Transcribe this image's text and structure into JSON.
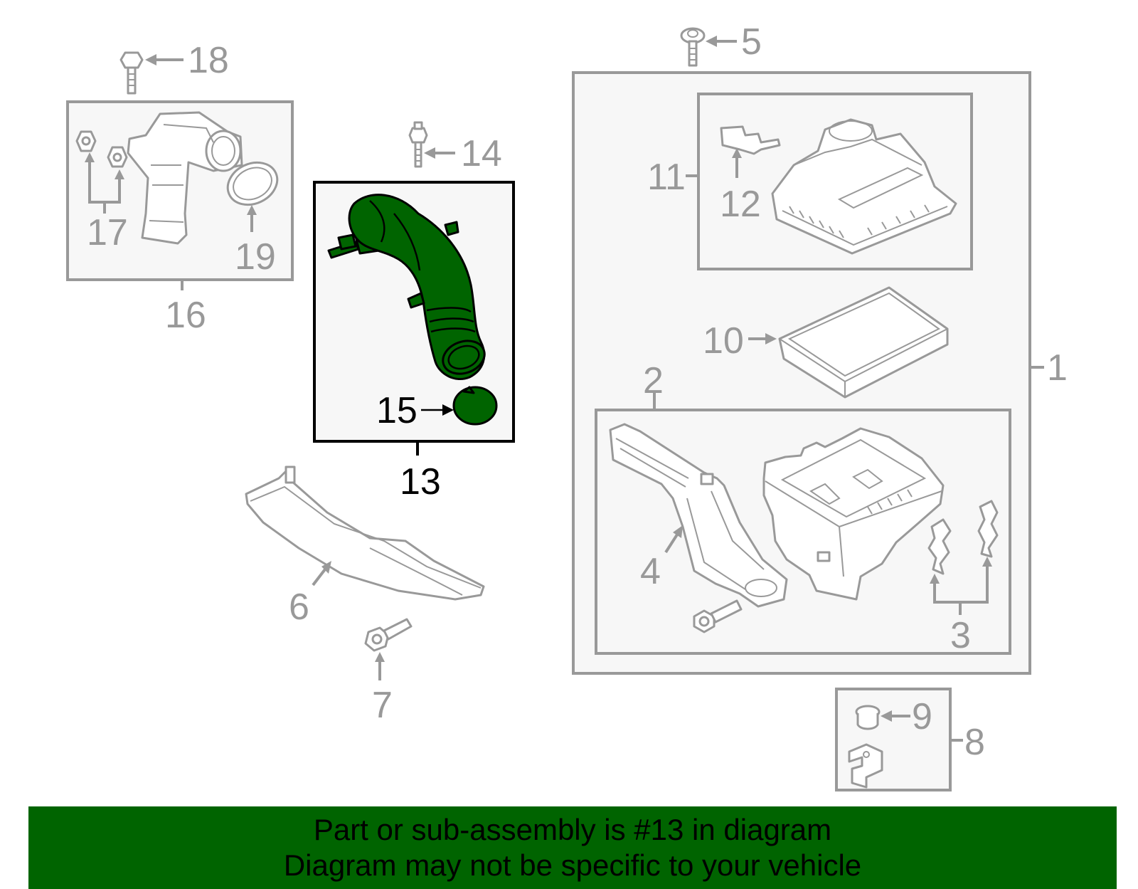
{
  "colors": {
    "highlight": "#006400",
    "grey": "#999999",
    "panel": "#f7f7f7",
    "black": "#000000"
  },
  "callouts": {
    "c1": "1",
    "c2": "2",
    "c3": "3",
    "c4": "4",
    "c5": "5",
    "c6": "6",
    "c7": "7",
    "c8": "8",
    "c9": "9",
    "c10": "10",
    "c11": "11",
    "c12": "12",
    "c13": "13",
    "c14": "14",
    "c15": "15",
    "c16": "16",
    "c17": "17",
    "c18": "18",
    "c19": "19"
  },
  "highlighted_part": "13",
  "banner": {
    "line1": "Part or sub-assembly is #13 in diagram",
    "line2": "Diagram may not be specific to your vehicle"
  }
}
